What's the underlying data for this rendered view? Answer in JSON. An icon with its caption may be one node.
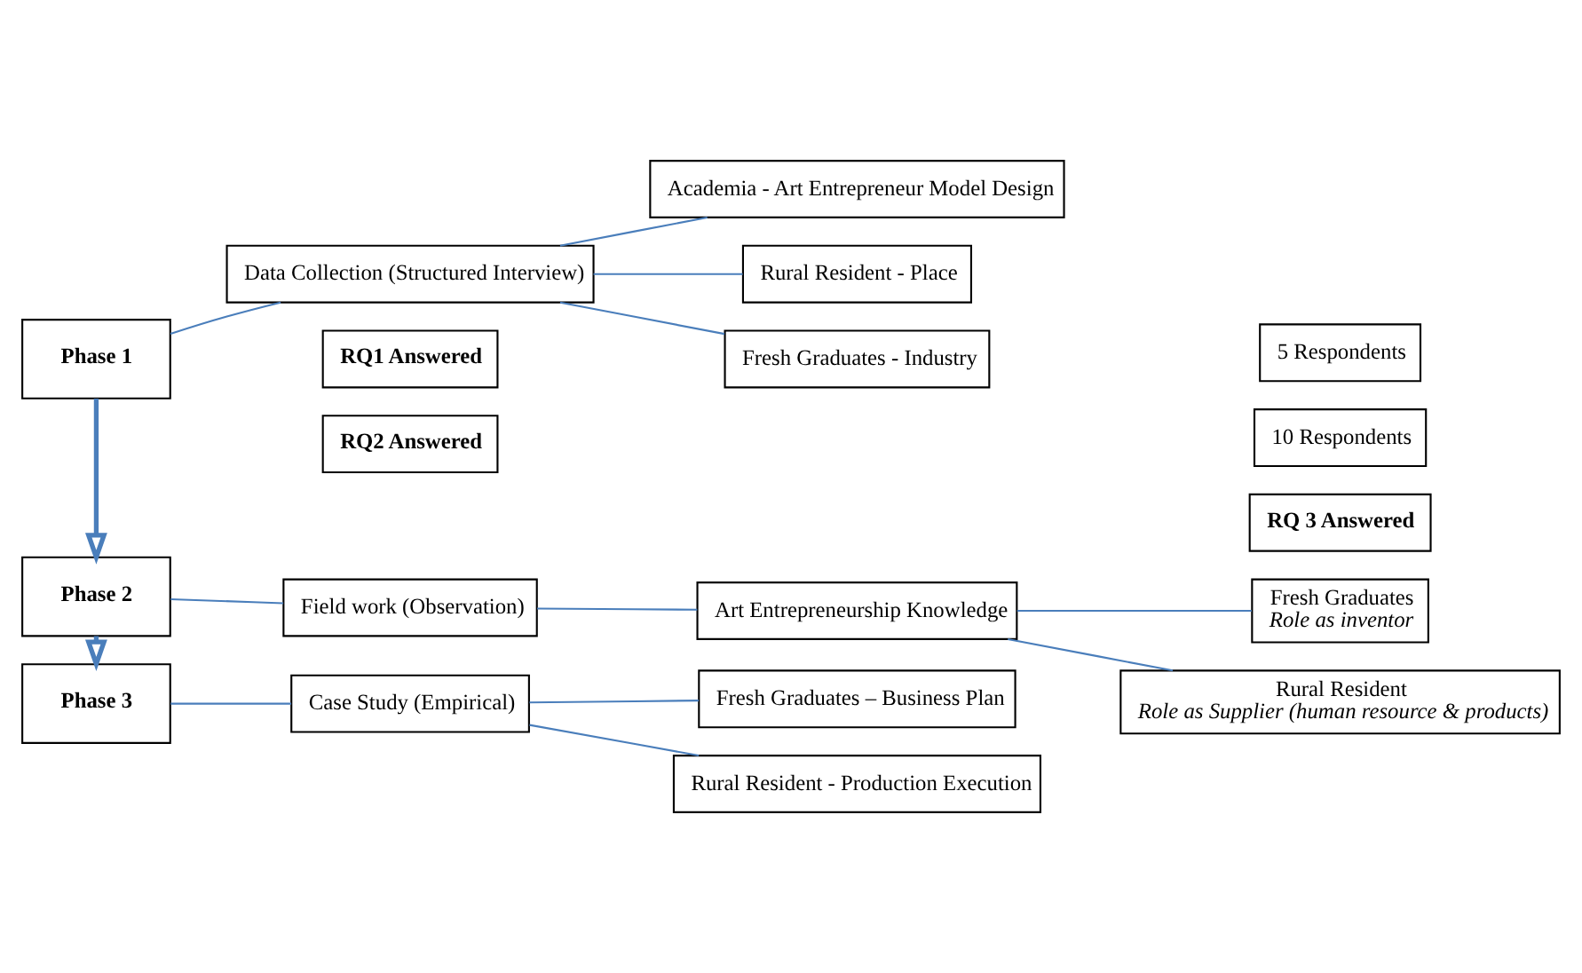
{
  "diagram": {
    "nodes": [
      {
        "text": [
          "Phase 1"
        ]
      },
      {
        "text": [
          "Data Collection (Structured Interview)"
        ]
      },
      {
        "text": [
          "Academia - Art Entrepreneur Model Design"
        ]
      },
      {
        "text": [
          "Fresh Graduates - Industry"
        ]
      },
      {
        "text": [
          "Rural Resident - Place"
        ]
      },
      {
        "text": [
          "RQ1 Answered"
        ]
      },
      {
        "text": [
          "Phase 2"
        ]
      },
      {
        "text": [
          "Field work (Observation)"
        ]
      },
      {
        "text": [
          "Art Entrepreneurship Knowledge"
        ]
      },
      {
        "text": [
          "5 Respondents"
        ]
      },
      {
        "text": [
          "Fresh Graduates",
          "Role as inventor"
        ]
      },
      {
        "text": [
          "Rural Resident",
          "Role as Supplier (human resource & products)"
        ]
      },
      {
        "text": [
          "10 Respondents"
        ]
      },
      {
        "text": [
          "RQ2 Answered"
        ]
      },
      {
        "text": [
          "Phase 3"
        ]
      },
      {
        "text": [
          "Case Study (Empirical)"
        ]
      },
      {
        "text": [
          "Fresh Graduates – Business Plan"
        ]
      },
      {
        "text": [
          "Rural Resident - Production Execution"
        ]
      },
      {
        "text": [
          "RQ 3 Answered"
        ]
      }
    ],
    "edges": [
      {
        "from": 0,
        "to": 1,
        "arrow": "none"
      },
      {
        "from": 1,
        "to": 2,
        "arrow": "none"
      },
      {
        "from": 1,
        "to": 3,
        "arrow": "none"
      },
      {
        "from": 1,
        "to": 4,
        "arrow": "none"
      },
      {
        "from": 0,
        "to": 6,
        "arrow": "to",
        "style": "thick"
      },
      {
        "from": 6,
        "to": 7,
        "arrow": "none"
      },
      {
        "from": 7,
        "to": 8,
        "arrow": "none"
      },
      {
        "from": 8,
        "to": 10,
        "arrow": "none"
      },
      {
        "from": 8,
        "to": 11,
        "arrow": "none"
      },
      {
        "from": 6,
        "to": 14,
        "arrow": "to",
        "style": "thick"
      },
      {
        "from": 14,
        "to": 15,
        "arrow": "none"
      },
      {
        "from": 15,
        "to": 16,
        "arrow": "none"
      },
      {
        "from": 15,
        "to": 17,
        "arrow": "none"
      }
    ]
  }
}
